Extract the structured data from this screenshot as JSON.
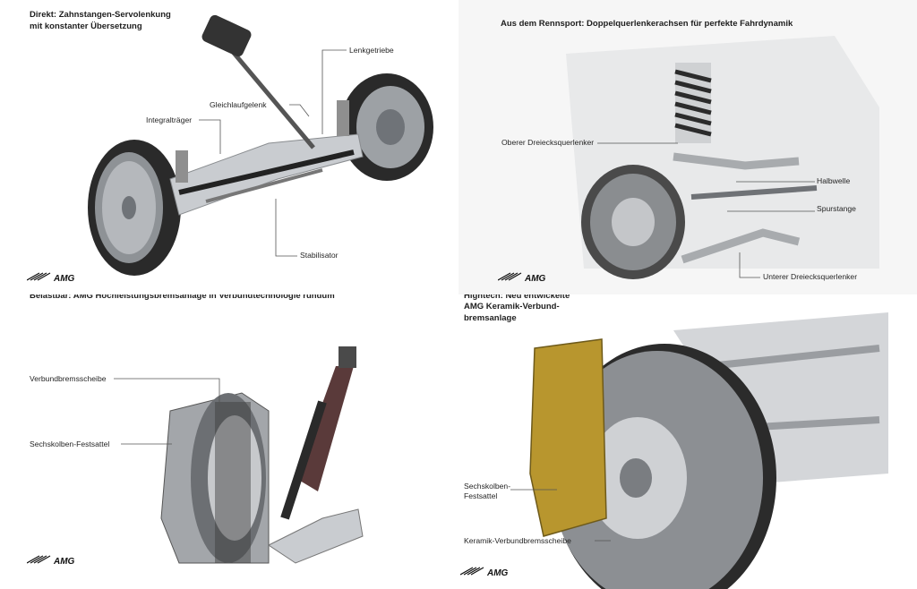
{
  "panels": {
    "steering": {
      "title": "Direkt: Zahnstangen-Servolenkung\nmit konstanter Übersetzung",
      "labels": {
        "lenkgetriebe": "Lenkgetriebe",
        "gleichlaufgelenk": "Gleichlaufgelenk",
        "integraltraeger": "Integralträger",
        "stabilisator": "Stabilisator"
      },
      "logo": "AMG"
    },
    "suspension": {
      "title": "Aus dem Rennsport: Doppelquerlenkerachsen für perfekte Fahrdynamik",
      "labels": {
        "oberer": "Oberer Dreiecksquerlenker",
        "halbwelle": "Halbwelle",
        "spurstange": "Spurstange",
        "unterer": "Unterer Dreiecksquerlenker"
      },
      "logo": "AMG"
    },
    "brakes": {
      "title_clipped": "Belastbar: AMG Hochleistungsbremsanlage in Verbundtechnologie rundum",
      "labels": {
        "scheibe": "Verbundbremsscheibe",
        "sattel": "Sechskolben-Festsattel"
      },
      "logo": "AMG"
    },
    "ceramic": {
      "title_clipped": "Hightech: Neu entwickelte",
      "title": "AMG Keramik-Verbund-\nbremsanlage",
      "labels": {
        "sattel": "Sechskolben-\nFestsattel",
        "scheibe": "Keramik-Verbundbremsscheibe"
      },
      "logo": "AMG"
    }
  },
  "colors": {
    "caliper": "#b8962e",
    "disc": "#4a4a4a",
    "metal": "#b9bcc0",
    "text": "#1e1e1e"
  }
}
